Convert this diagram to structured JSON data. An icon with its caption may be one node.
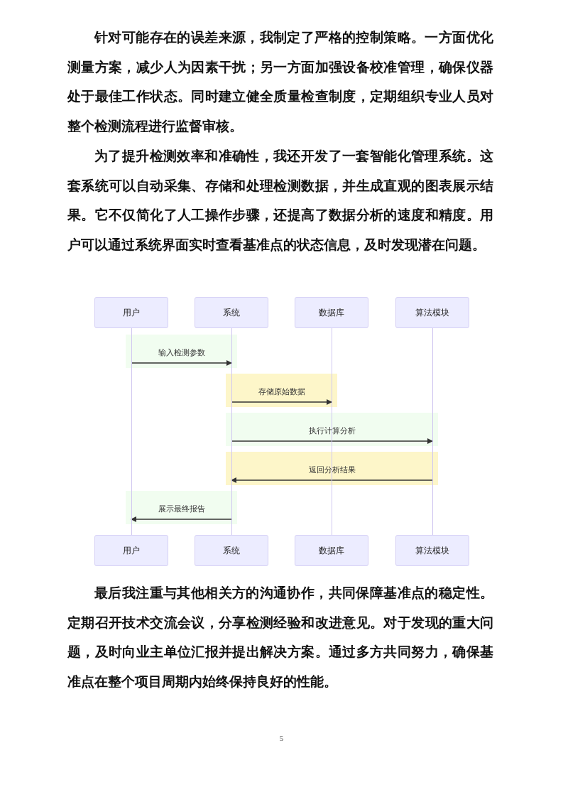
{
  "diagram": {
    "nodes": [
      {
        "text": [
          "用户"
        ]
      },
      {
        "text": [
          "系统"
        ]
      },
      {
        "text": [
          "数据库"
        ]
      },
      {
        "text": [
          "算法模块"
        ]
      },
      {
        "text": [],
        "shape": "line"
      },
      {
        "text": [],
        "shape": "line"
      },
      {
        "text": [],
        "shape": "line"
      },
      {
        "text": [],
        "shape": "line"
      },
      {
        "text": [
          "用户"
        ]
      },
      {
        "text": [
          "系统"
        ]
      },
      {
        "text": [
          "数据库"
        ]
      },
      {
        "text": [
          "算法模块"
        ]
      }
    ],
    "edges": [
      {
        "from": 4,
        "to": 5,
        "arrow": "to",
        "label": "输入检测参数"
      },
      {
        "from": 5,
        "to": 6,
        "arrow": "to",
        "label": "存储原始数据"
      },
      {
        "from": 5,
        "to": 7,
        "arrow": "to",
        "label": "执行计算分析"
      },
      {
        "from": 7,
        "to": 5,
        "arrow": "to",
        "label": "返回分析结果"
      },
      {
        "from": 5,
        "to": 4,
        "arrow": "to",
        "label": "展示最终报告"
      }
    ],
    "labels": [
      "针对可能存在的误差来源，我制定了严格的控制策略。一方面优化测量方案，减少人为因素干扰；另一方面加强设备校准管理，确保仪器处于最佳工作状态。同时建立健全质量检查制度，定期组织专业人员对整个检测流程进行监督审核。",
      "为了提升检测效率和准确性，我还开发了一套智能化管理系统。这套系统可以自动采集、存储和处理检测数据，并生成直观的图表展示结果。它不仅简化了人工操作步骤，还提高了数据分析的速度和精度。用户可以通过系统界面实时查看基准点的状态信息，及时发现潜在问题。",
      "最后我注重与其他相关方的沟通协作，共同保障基准点的稳定性。定期召开技术交流会议，分享检测经验和改进意见。对于发现的重大问题，及时向业主单位汇报并提出解决方案。通过多方共同努力，确保基准点在整个项目周期内始终保持良好的性能。",
      "5"
    ]
  }
}
